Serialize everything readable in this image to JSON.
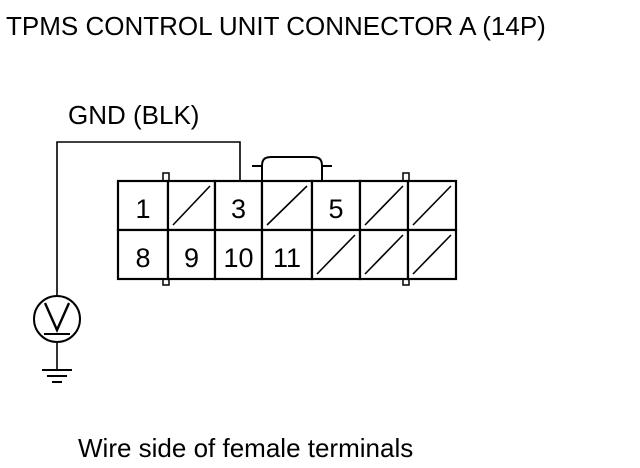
{
  "title": "TPMS CONTROL UNIT CONNECTOR A (14P)",
  "probe_label": "GND (BLK)",
  "caption": "Wire side of female terminals",
  "meter": {
    "symbol": "V",
    "icon": "voltmeter-icon"
  },
  "ground": {
    "icon": "ground-symbol-icon"
  },
  "connector": {
    "rows": [
      [
        {
          "pin": "1"
        },
        {
          "pin": ""
        },
        {
          "pin": "3"
        },
        {
          "pin": ""
        },
        {
          "pin": "5"
        },
        {
          "pin": ""
        },
        {
          "pin": ""
        }
      ],
      [
        {
          "pin": "8"
        },
        {
          "pin": "9"
        },
        {
          "pin": "10"
        },
        {
          "pin": "11"
        },
        {
          "pin": ""
        },
        {
          "pin": ""
        },
        {
          "pin": ""
        }
      ]
    ]
  }
}
